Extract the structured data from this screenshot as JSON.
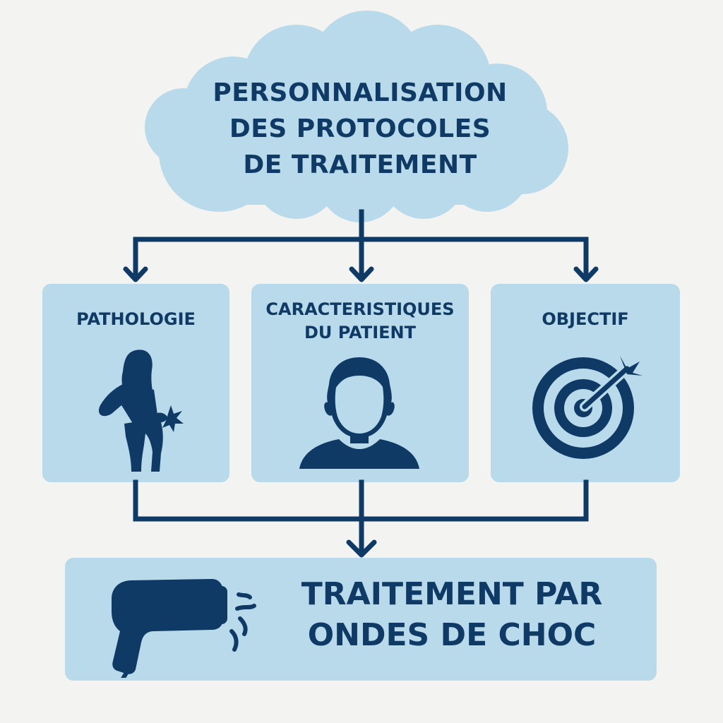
{
  "diagram": {
    "title_lines": [
      "PERSONNALISATION",
      "DES PROTOCOLES",
      "DE TRAITEMENT"
    ],
    "factors": [
      {
        "lines": [
          "PATHOLOGIE"
        ],
        "icon": "pain-silhouette-icon"
      },
      {
        "lines": [
          "CARACTERISTIQUES",
          "DU PATIENT"
        ],
        "icon": "patient-avatar-icon"
      },
      {
        "lines": [
          "OBJECTIF"
        ],
        "icon": "target-arrow-icon"
      }
    ],
    "result": {
      "lines": [
        "TRAITEMENT PAR",
        "ONDES DE CHOC"
      ],
      "icon": "shockwave-device-icon"
    },
    "colors": {
      "background": "#f3f3f1",
      "panel": "#b9daea",
      "ink": "#0f3a66"
    }
  }
}
